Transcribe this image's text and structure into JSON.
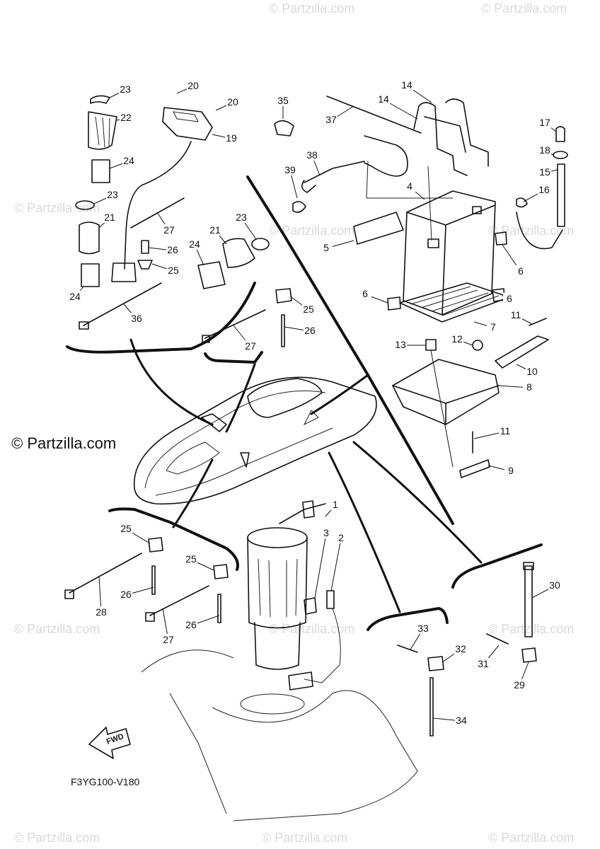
{
  "watermark": {
    "text": "© Partzilla.com",
    "main_text": "© Partzilla.com"
  },
  "diagram_code": "F3YG100-V180",
  "fwd_label": "FWD",
  "callouts": [
    "1",
    "2",
    "3",
    "4",
    "5",
    "6",
    "6",
    "6",
    "7",
    "8",
    "9",
    "10",
    "11",
    "11",
    "12",
    "13",
    "14",
    "14",
    "15",
    "16",
    "17",
    "18",
    "19",
    "20",
    "20",
    "21",
    "21",
    "22",
    "23",
    "23",
    "23",
    "24",
    "24",
    "24",
    "25",
    "25",
    "25",
    "25",
    "26",
    "26",
    "26",
    "26",
    "27",
    "27",
    "27",
    "28",
    "29",
    "30",
    "31",
    "32",
    "33",
    "34",
    "35",
    "36",
    "37",
    "38",
    "39"
  ]
}
